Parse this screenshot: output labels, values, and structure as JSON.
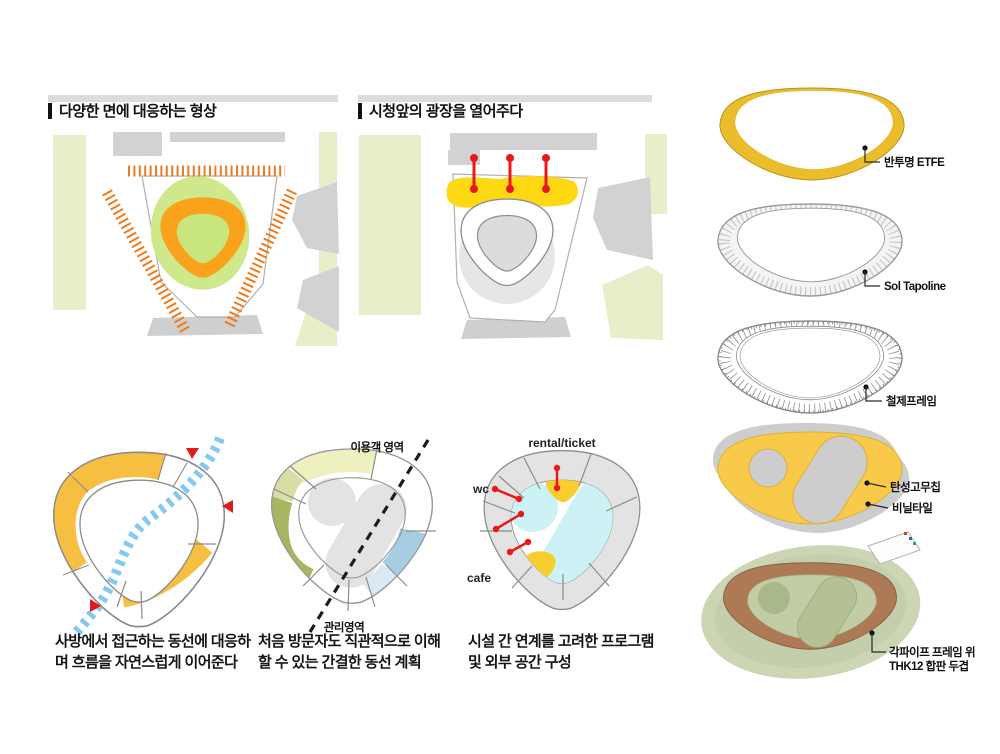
{
  "sections": {
    "shape_title": "다양한 면에 대응하는 형상",
    "plaza_title": "시청앞의 광장을 열어주다"
  },
  "material_layers": {
    "etfe": "반투명 ETFE",
    "sol_tapoline": "Sol Tapoline",
    "steel_frame": "철제프레임",
    "rubber_chip": "탄성고무칩",
    "vinyl_tile": "비닐타일",
    "plywood_line1": "각파이프 프레임 위",
    "plywood_line2": "THK12 합판 두겹"
  },
  "flow_diagram": {
    "caption_line1": "사방에서 접근하는 동선에 대응하",
    "caption_line2": "며 흐름을 자연스럽게 이어준다"
  },
  "zone_diagram": {
    "visitor_label": "이용객 영역",
    "admin_label": "관리영역",
    "caption_line1": "처음 방문자도 직관적으로 이해",
    "caption_line2": "할 수 있는 간결한 동선 계획"
  },
  "program_diagram": {
    "rental_label": "rental/ticket",
    "wc_label": "wc",
    "cafe_label": "cafe",
    "caption_line1": "시설 간 연계를 고려한 프로그램",
    "caption_line2": "및 외부 공간 구성"
  },
  "colors": {
    "orange_ring": "#F9A21B",
    "hatch_orange": "#EF7A1C",
    "site_green": "#CFE88B",
    "plaza_yellow": "#FFD814",
    "flow_ring_yellow": "#F6BF42",
    "flow_blue": "#85C9F0",
    "accent_red": "#E8191C",
    "zone_olive": "#A9B65F",
    "zone_pale_olive": "#D9DEA6",
    "zone_pale_yellow": "#EEF0C0",
    "zone_blue": "#A6CDE2",
    "zone_pale_blue": "#D8E9F3",
    "program_cyan": "#CCF2F6",
    "program_yellow": "#F8CE2E",
    "etfe_gold": "#ECBD2A",
    "wood_brown": "#AD7A55",
    "context_green": "#E9EDCA",
    "building_gray": "#D2D2D2"
  }
}
